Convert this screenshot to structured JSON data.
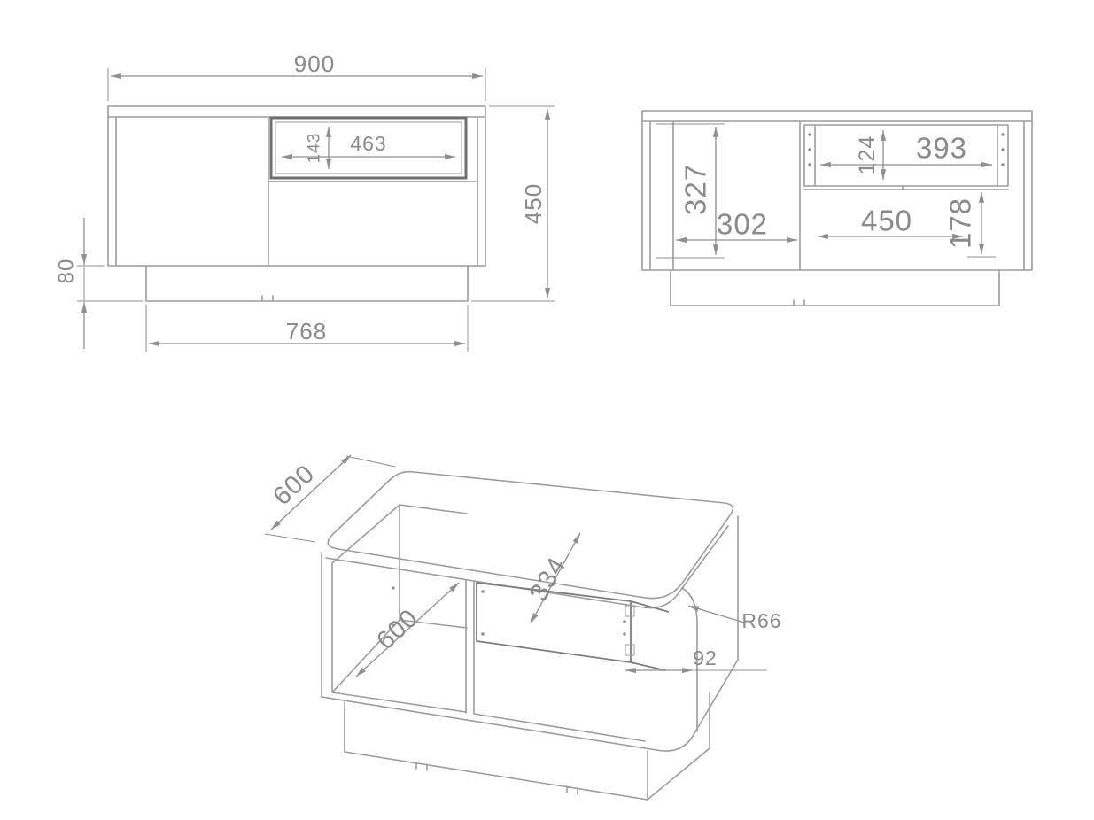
{
  "colors": {
    "background": "#ffffff",
    "outline_gray": "#9c9c9c",
    "dimension_gray": "#8f8f8f",
    "drawer_accent": "#6f6f6f"
  },
  "views": {
    "front": {
      "dims": {
        "overall_width": "900",
        "overall_height": "450",
        "plinth_height": "80",
        "plinth_width": "768",
        "niche_width": "463",
        "niche_height": "143"
      }
    },
    "side": {
      "dims": {
        "interior_height": "327",
        "open_compartment_depth": "302",
        "lower_compartment_width": "450",
        "lower_compartment_height": "178",
        "drawer_width": "393",
        "drawer_height": "124"
      }
    },
    "iso": {
      "dims": {
        "depth": "600",
        "interior_depth": "600",
        "interior_height": "334",
        "plinth_inset": "92",
        "corner_radius": "R66"
      }
    }
  }
}
